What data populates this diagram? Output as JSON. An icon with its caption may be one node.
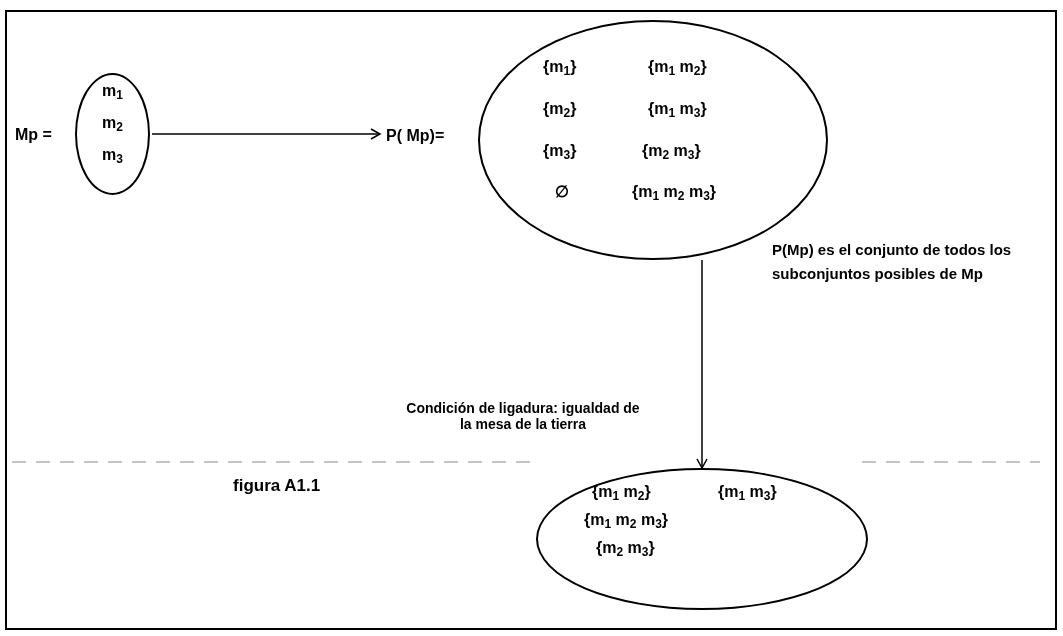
{
  "diagram": {
    "caption": "figura A1.1",
    "nodes": [
      {
        "text": [
          "m$_{1}$",
          "m$_{2}$",
          "m$_{3}$"
        ],
        "beside": [
          "Mp ="
        ]
      },
      {
        "text": [
          "{m$_{1}$}",
          "{m$_{1}$ m$_{2}$}",
          "{m$_{2}$}",
          "{m$_{1}$ m$_{3}$}",
          "{m$_{3}$}",
          "{m$_{2}$ m$_{3}$}",
          "∅",
          "{m$_{1}$ m$_{2}$ m$_{3}$}"
        ],
        "beside": [
          "P( Mp)="
        ]
      },
      {
        "text": [
          "{m$_{1}$ m$_{2}$}",
          "{m$_{1}$ m$_{3}$}",
          "{m$_{1}$ m$_{2}$ m$_{3}$}",
          "{m$_{2}$ m$_{3}$}"
        ]
      }
    ],
    "edges": [
      {
        "from": 0,
        "to": 1,
        "arrow": "to"
      },
      {
        "from": 1,
        "to": 2,
        "arrow": "to",
        "label": "Condición de ligadura: igualdad de la mesa de la tierra"
      }
    ],
    "labels": [
      "P(Mp) es el conjunto de todos los subconjuntos posibles de Mp"
    ]
  }
}
